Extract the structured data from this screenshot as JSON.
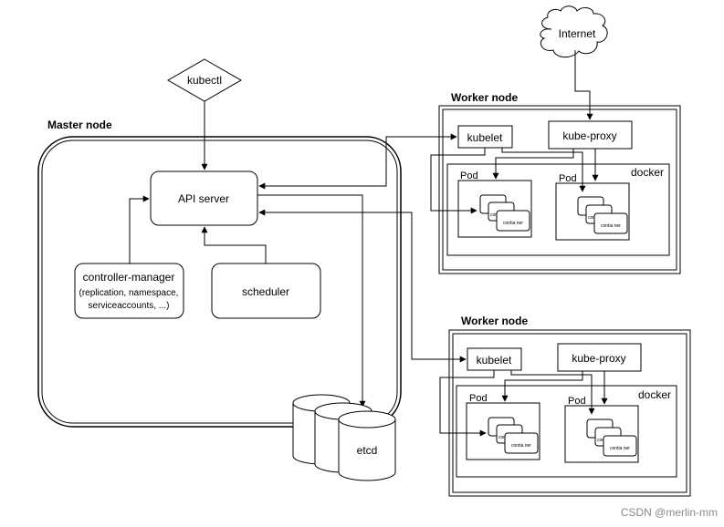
{
  "labels": {
    "internet": "Internet",
    "kubectl": "kubectl",
    "master_node": "Master node",
    "api_server": "API server",
    "controller_manager": "controller-manager",
    "controller_manager_line2": "(replication, namespace,",
    "controller_manager_line3": "serviceaccounts, ...)",
    "scheduler": "scheduler",
    "etcd": "etcd",
    "container": "contia ner"
  },
  "worker_nodes": [
    {
      "title": "Worker node",
      "kubelet": "kubelet",
      "kube_proxy": "kube-proxy",
      "runtime": "docker",
      "pods": [
        "Pod",
        "Pod"
      ]
    },
    {
      "title": "Worker node",
      "kubelet": "kubelet",
      "kube_proxy": "kube-proxy",
      "runtime": "docker",
      "pods": [
        "Pod",
        "Pod"
      ]
    }
  ],
  "watermark": "CSDN @merlin-mm"
}
